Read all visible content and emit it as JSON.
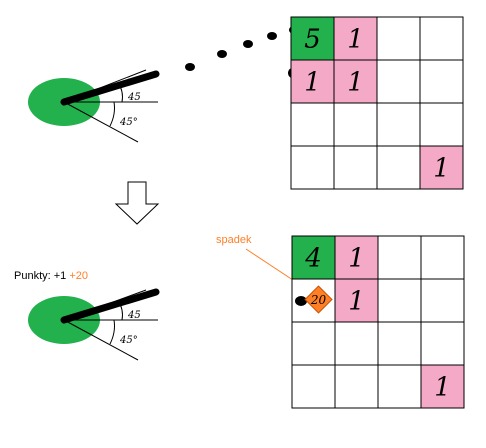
{
  "colors": {
    "green": "#22b14c",
    "pink": "#f4a9c6",
    "orange": "#ff7f27",
    "line": "#000000",
    "text_orange": "#ff7f27"
  },
  "top_panel": {
    "angle_label_upper": "45",
    "angle_label_lower": "45°",
    "grid": [
      [
        "5",
        "1",
        "",
        ""
      ],
      [
        "1",
        "1",
        "",
        ""
      ],
      [
        "",
        "",
        "",
        ""
      ],
      [
        "",
        "",
        "",
        "1"
      ]
    ],
    "cell_colors": [
      [
        "green",
        "pink",
        "",
        ""
      ],
      [
        "pink",
        "pink",
        "",
        ""
      ],
      [
        "",
        "",
        "",
        ""
      ],
      [
        "",
        "",
        "",
        "pink"
      ]
    ]
  },
  "bottom_panel": {
    "score_label": "Punkty: +1",
    "score_bonus": "+20",
    "drop_label": "spadek",
    "angle_label_upper": "45",
    "angle_label_lower": "45°",
    "bonus_value": "20",
    "grid": [
      [
        "4",
        "1",
        "",
        ""
      ],
      [
        "",
        "1",
        "",
        ""
      ],
      [
        "",
        "",
        "",
        ""
      ],
      [
        "",
        "",
        "",
        "1"
      ]
    ],
    "cell_colors": [
      [
        "green",
        "pink",
        "",
        ""
      ],
      [
        "",
        "pink",
        "",
        ""
      ],
      [
        "",
        "",
        "",
        ""
      ],
      [
        "",
        "",
        "",
        "pink"
      ]
    ]
  }
}
